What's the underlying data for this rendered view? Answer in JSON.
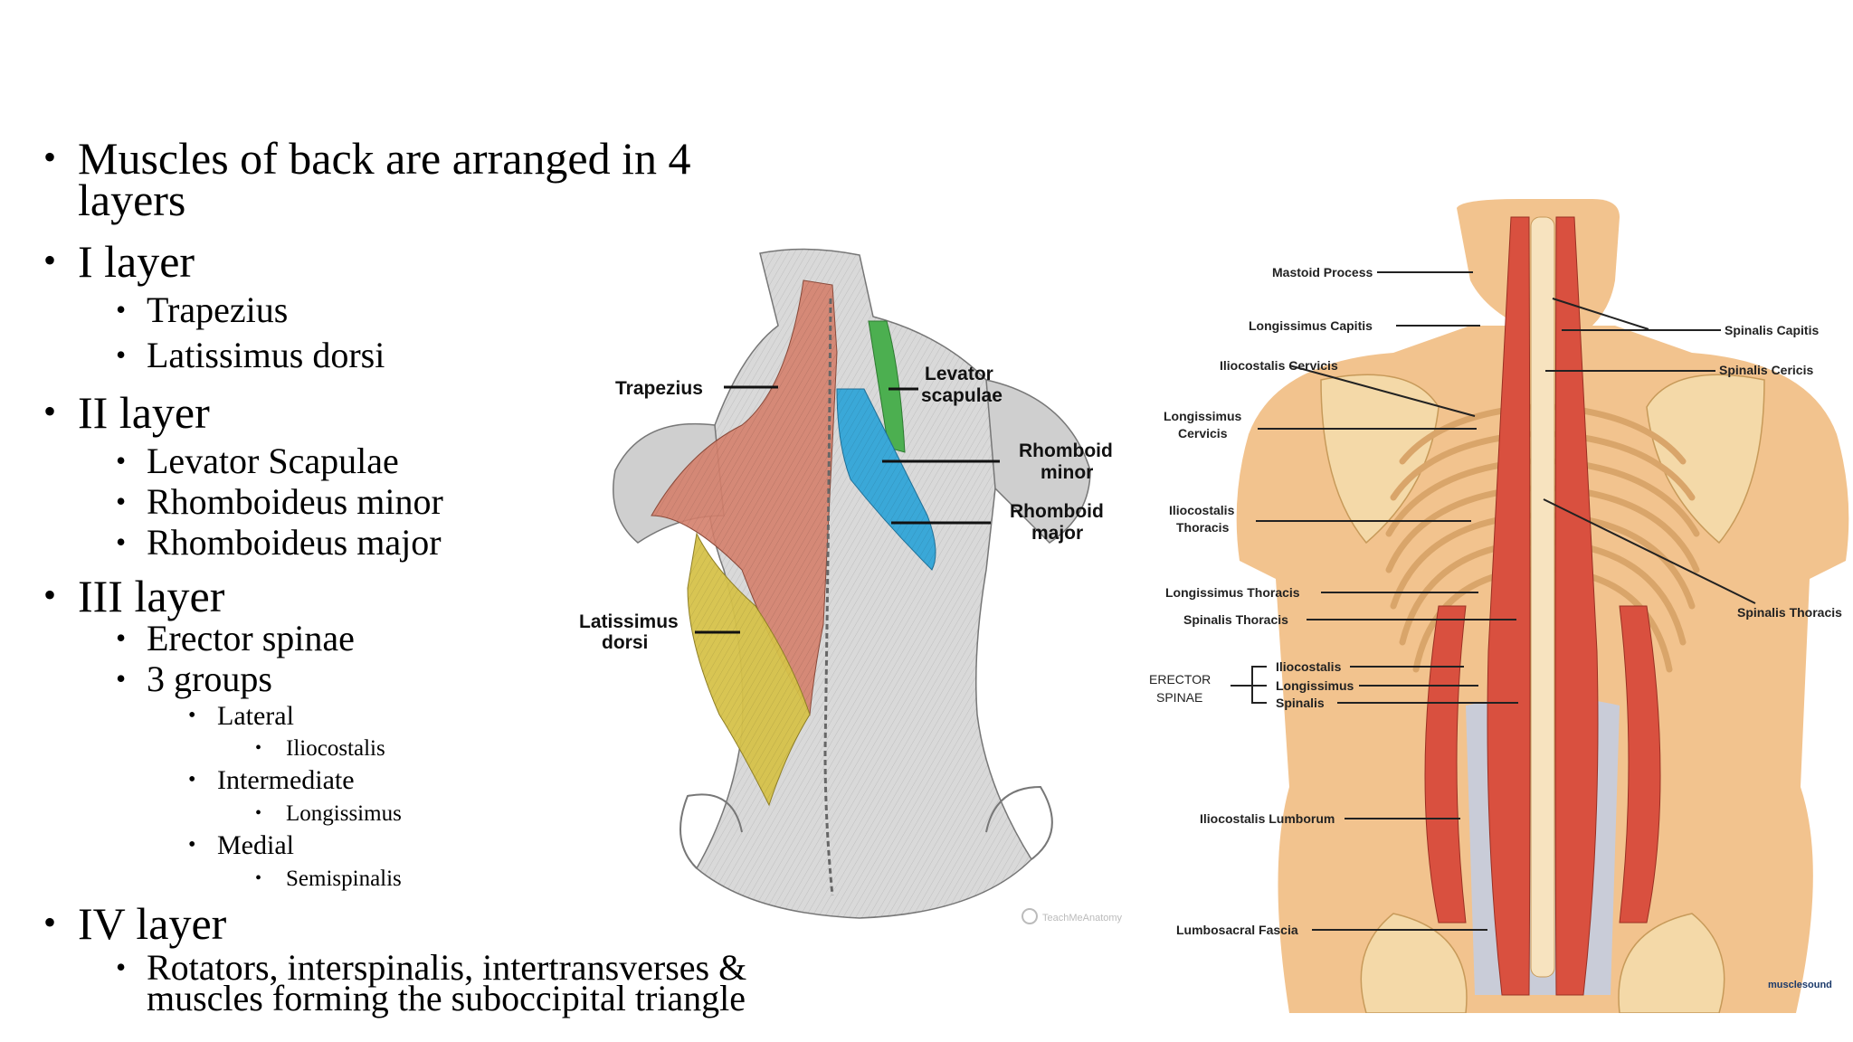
{
  "bullets": {
    "b1": "Muscles of back are arranged in 4",
    "b1b": "layers",
    "b2": "I layer",
    "b2a": "Trapezius",
    "b2b": "Latissimus dorsi",
    "b3": "II layer",
    "b3a": "Levator Scapulae",
    "b3b": "Rhomboideus minor",
    "b3c": "Rhomboideus major",
    "b4": "III layer",
    "b4a": "Erector spinae",
    "b4b": "3 groups",
    "b4b1": "Lateral",
    "b4b1a": "Iliocostalis",
    "b4b2": "Intermediate",
    "b4b2a": "Longissimus",
    "b4b3": "Medial",
    "b4b3a": "Semispinalis",
    "b5": "IV layer",
    "b5a": "Rotators, interspinalis, intertransverses &",
    "b5b": "muscles forming the suboccipital triangle"
  },
  "figure1": {
    "trapezius": "Trapezius",
    "levator1": "Levator",
    "levator2": "scapulae",
    "rhmin1": "Rhomboid",
    "rhmin2": "minor",
    "rhmaj1": "Rhomboid",
    "rhmaj2": "major",
    "lat1": "Latissimus",
    "lat2": "dorsi",
    "credit": "TeachMeAnatomy"
  },
  "figure2": {
    "mastoid": "Mastoid Process",
    "long_capitis": "Longissimus Capitis",
    "ilio_cervicis": "Iliocostalis Cervicis",
    "long_cerv1": "Longissimus",
    "long_cerv2": "Cervicis",
    "ilio_thor1": "Iliocostalis",
    "ilio_thor2": "Thoracis",
    "long_thor": "Longissimus Thoracis",
    "spin_thor": "Spinalis Thoracis",
    "erector1": "ERECTOR",
    "erector2": "SPINAE",
    "es_ilio": "Iliocostalis",
    "es_long": "Longissimus",
    "es_spin": "Spinalis",
    "ilio_lumb": "Iliocostalis Lumborum",
    "lumbo_fascia": "Lumbosacral Fascia",
    "spin_capitis": "Spinalis Capitis",
    "spin_cericis": "Spinalis Cericis",
    "spin_thoracis_r": "Spinalis Thoracis",
    "logo": "musclesound"
  },
  "colors": {
    "trapezius": "#d4806b",
    "levator": "#4caf50",
    "rhomboid": "#3aa8d8",
    "latissimus": "#d6c24a",
    "muscle_red": "#d9503f",
    "skin": "#f2c38e",
    "bone": "#f4d9a8"
  }
}
